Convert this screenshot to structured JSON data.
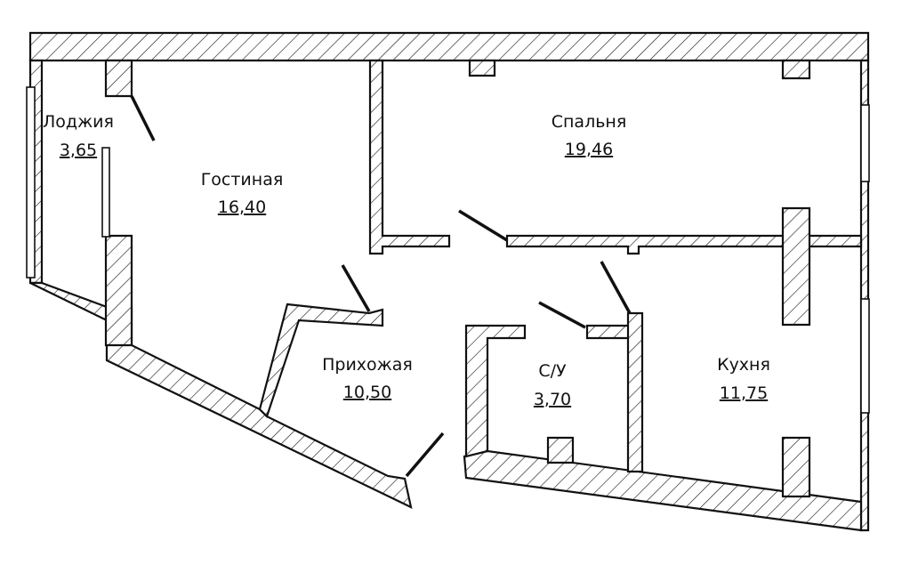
{
  "rooms": [
    {
      "name": "Лоджия",
      "area": "3,65"
    },
    {
      "name": "Гостиная",
      "area": "16,40"
    },
    {
      "name": "Спальня",
      "area": "19,46"
    },
    {
      "name": "Прихожая",
      "area": "10,50"
    },
    {
      "name": "С/У",
      "area": "3,70"
    },
    {
      "name": "Кухня",
      "area": "11,75"
    }
  ]
}
